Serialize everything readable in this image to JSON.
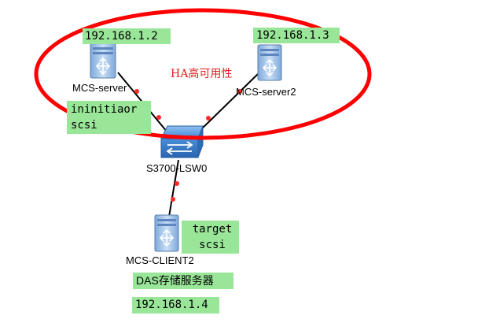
{
  "diagram": {
    "nodes": {
      "server1": {
        "name": "MCS-server",
        "ip": "192.168.1.2",
        "role_note": "ininitiaor\nscsi"
      },
      "server2": {
        "name": "MCS-server2",
        "ip": "192.168.1.3"
      },
      "switch": {
        "name": "S3700-LSW0"
      },
      "client": {
        "name": "MCS-CLIENT2",
        "ip": "192.168.1.4",
        "role_note": "target\nscsi",
        "caption": "DAS存储服务器"
      }
    },
    "ha_label": "HA高可用性",
    "colors": {
      "ha_ellipse": "#ff0000",
      "ha_text": "#e02020",
      "label_background": "#99e699",
      "port_dot": "#ff2a2a",
      "link": "#000000",
      "server_body": "#a8c8ee",
      "switch_body": "#3a7fd0"
    },
    "icons": {
      "server": "server-icon",
      "switch": "network-switch-icon"
    }
  }
}
